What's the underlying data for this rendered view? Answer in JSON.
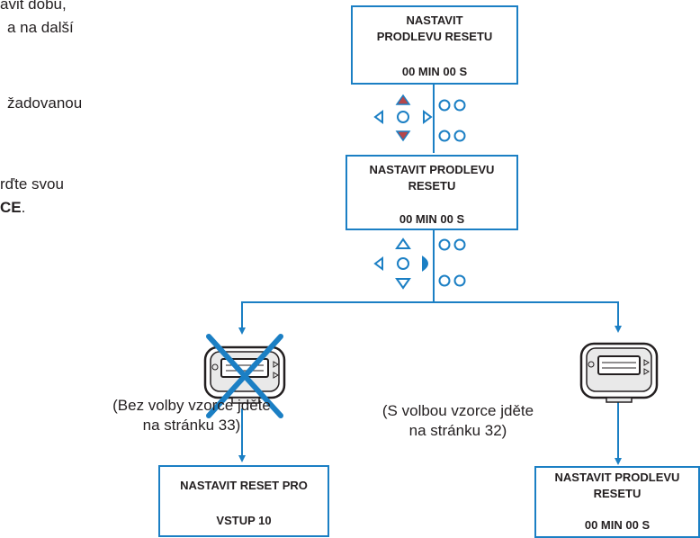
{
  "instructions": {
    "line1": "avit dobu,",
    "line2": "a na další",
    "line3": "žadovanou",
    "line4": "rďte svou",
    "line5_bold": "CE",
    "line5_after": "."
  },
  "boxes": {
    "top": {
      "title": "NASTAVIT PRODLEVU RESETU",
      "value": "00 MIN 00 S"
    },
    "middle": {
      "title": "NASTAVIT PRODLEVU RESETU",
      "value": "00 MIN 00 S"
    },
    "bottom_left": {
      "title": "NASTAVIT RESET PRO",
      "value": "VSTUP 10"
    },
    "bottom_right": {
      "title": "NASTAVIT PRODLEVU RESETU",
      "value": "00 MIN 00 S"
    }
  },
  "captions": {
    "left": "(Bez volby vzorce jděte na stránku 33)",
    "right": "(S volbou vzorce jděte na stránku 32)"
  },
  "colors": {
    "accent": "#1b7fc4",
    "pressed": "#1b7fc4",
    "pressed_red": "#b5474b",
    "cross": "#1b7fc4"
  },
  "icons": [
    "keypad-up-pressed-icon",
    "keypad-right-pressed-icon",
    "controller-device-icon",
    "cross-icon"
  ]
}
